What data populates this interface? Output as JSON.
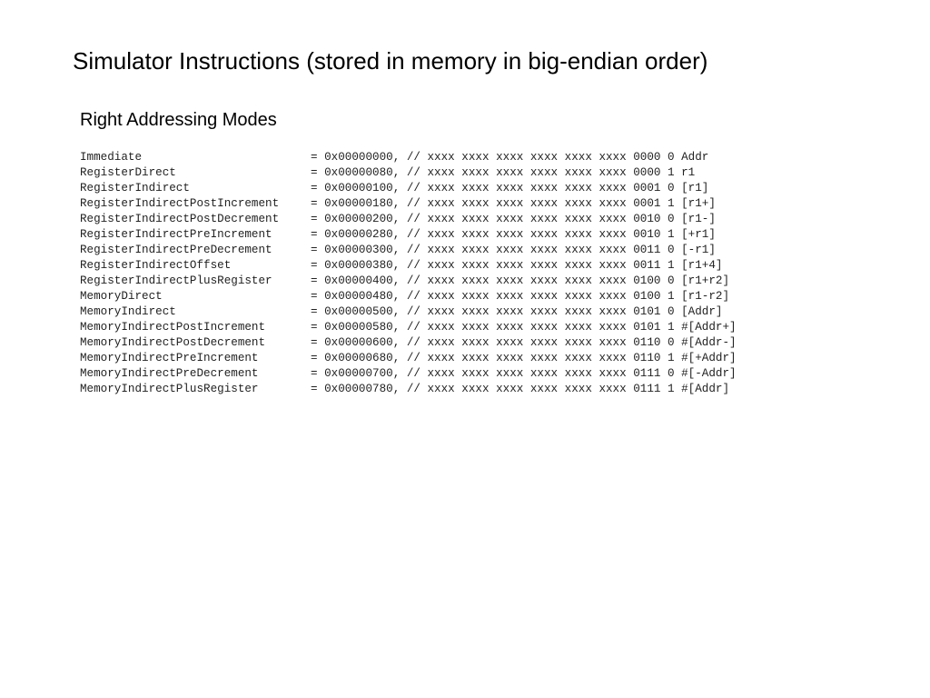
{
  "title": "Simulator Instructions (stored in memory in big-endian order)",
  "section": {
    "heading": "Right Addressing Modes"
  },
  "modes": [
    {
      "name": "Immediate",
      "value": "0x00000000,",
      "comment": "// xxxx xxxx xxxx xxxx xxxx xxxx 0000 0 Addr"
    },
    {
      "name": "RegisterDirect",
      "value": "0x00000080,",
      "comment": "// xxxx xxxx xxxx xxxx xxxx xxxx 0000 1 r1"
    },
    {
      "name": "RegisterIndirect",
      "value": "0x00000100,",
      "comment": "// xxxx xxxx xxxx xxxx xxxx xxxx 0001 0 [r1]"
    },
    {
      "name": "RegisterIndirectPostIncrement",
      "value": "0x00000180,",
      "comment": "// xxxx xxxx xxxx xxxx xxxx xxxx 0001 1 [r1+]"
    },
    {
      "name": "RegisterIndirectPostDecrement",
      "value": "0x00000200,",
      "comment": "// xxxx xxxx xxxx xxxx xxxx xxxx 0010 0 [r1-]"
    },
    {
      "name": "RegisterIndirectPreIncrement",
      "value": "0x00000280,",
      "comment": "// xxxx xxxx xxxx xxxx xxxx xxxx 0010 1 [+r1]"
    },
    {
      "name": "RegisterIndirectPreDecrement",
      "value": "0x00000300,",
      "comment": "// xxxx xxxx xxxx xxxx xxxx xxxx 0011 0 [-r1]"
    },
    {
      "name": "RegisterIndirectOffset",
      "value": "0x00000380,",
      "comment": "// xxxx xxxx xxxx xxxx xxxx xxxx 0011 1 [r1+4]"
    },
    {
      "name": "RegisterIndirectPlusRegister",
      "value": "0x00000400,",
      "comment": "// xxxx xxxx xxxx xxxx xxxx xxxx 0100 0 [r1+r2]"
    },
    {
      "name": "MemoryDirect",
      "value": "0x00000480,",
      "comment": "// xxxx xxxx xxxx xxxx xxxx xxxx 0100 1 [r1-r2]"
    },
    {
      "name": "MemoryIndirect",
      "value": "0x00000500,",
      "comment": "// xxxx xxxx xxxx xxxx xxxx xxxx 0101 0 [Addr]"
    },
    {
      "name": "MemoryIndirectPostIncrement",
      "value": "0x00000580,",
      "comment": "// xxxx xxxx xxxx xxxx xxxx xxxx 0101 1 #[Addr+]"
    },
    {
      "name": "MemoryIndirectPostDecrement",
      "value": "0x00000600,",
      "comment": "// xxxx xxxx xxxx xxxx xxxx xxxx 0110 0 #[Addr-]"
    },
    {
      "name": "MemoryIndirectPreIncrement",
      "value": "0x00000680,",
      "comment": "// xxxx xxxx xxxx xxxx xxxx xxxx 0110 1 #[+Addr]"
    },
    {
      "name": "MemoryIndirectPreDecrement",
      "value": "0x00000700,",
      "comment": "// xxxx xxxx xxxx xxxx xxxx xxxx 0111 0 #[-Addr]"
    },
    {
      "name": "MemoryIndirectPlusRegister",
      "value": "0x00000780,",
      "comment": "// xxxx xxxx xxxx xxxx xxxx xxxx 0111 1 #[Addr]"
    }
  ]
}
